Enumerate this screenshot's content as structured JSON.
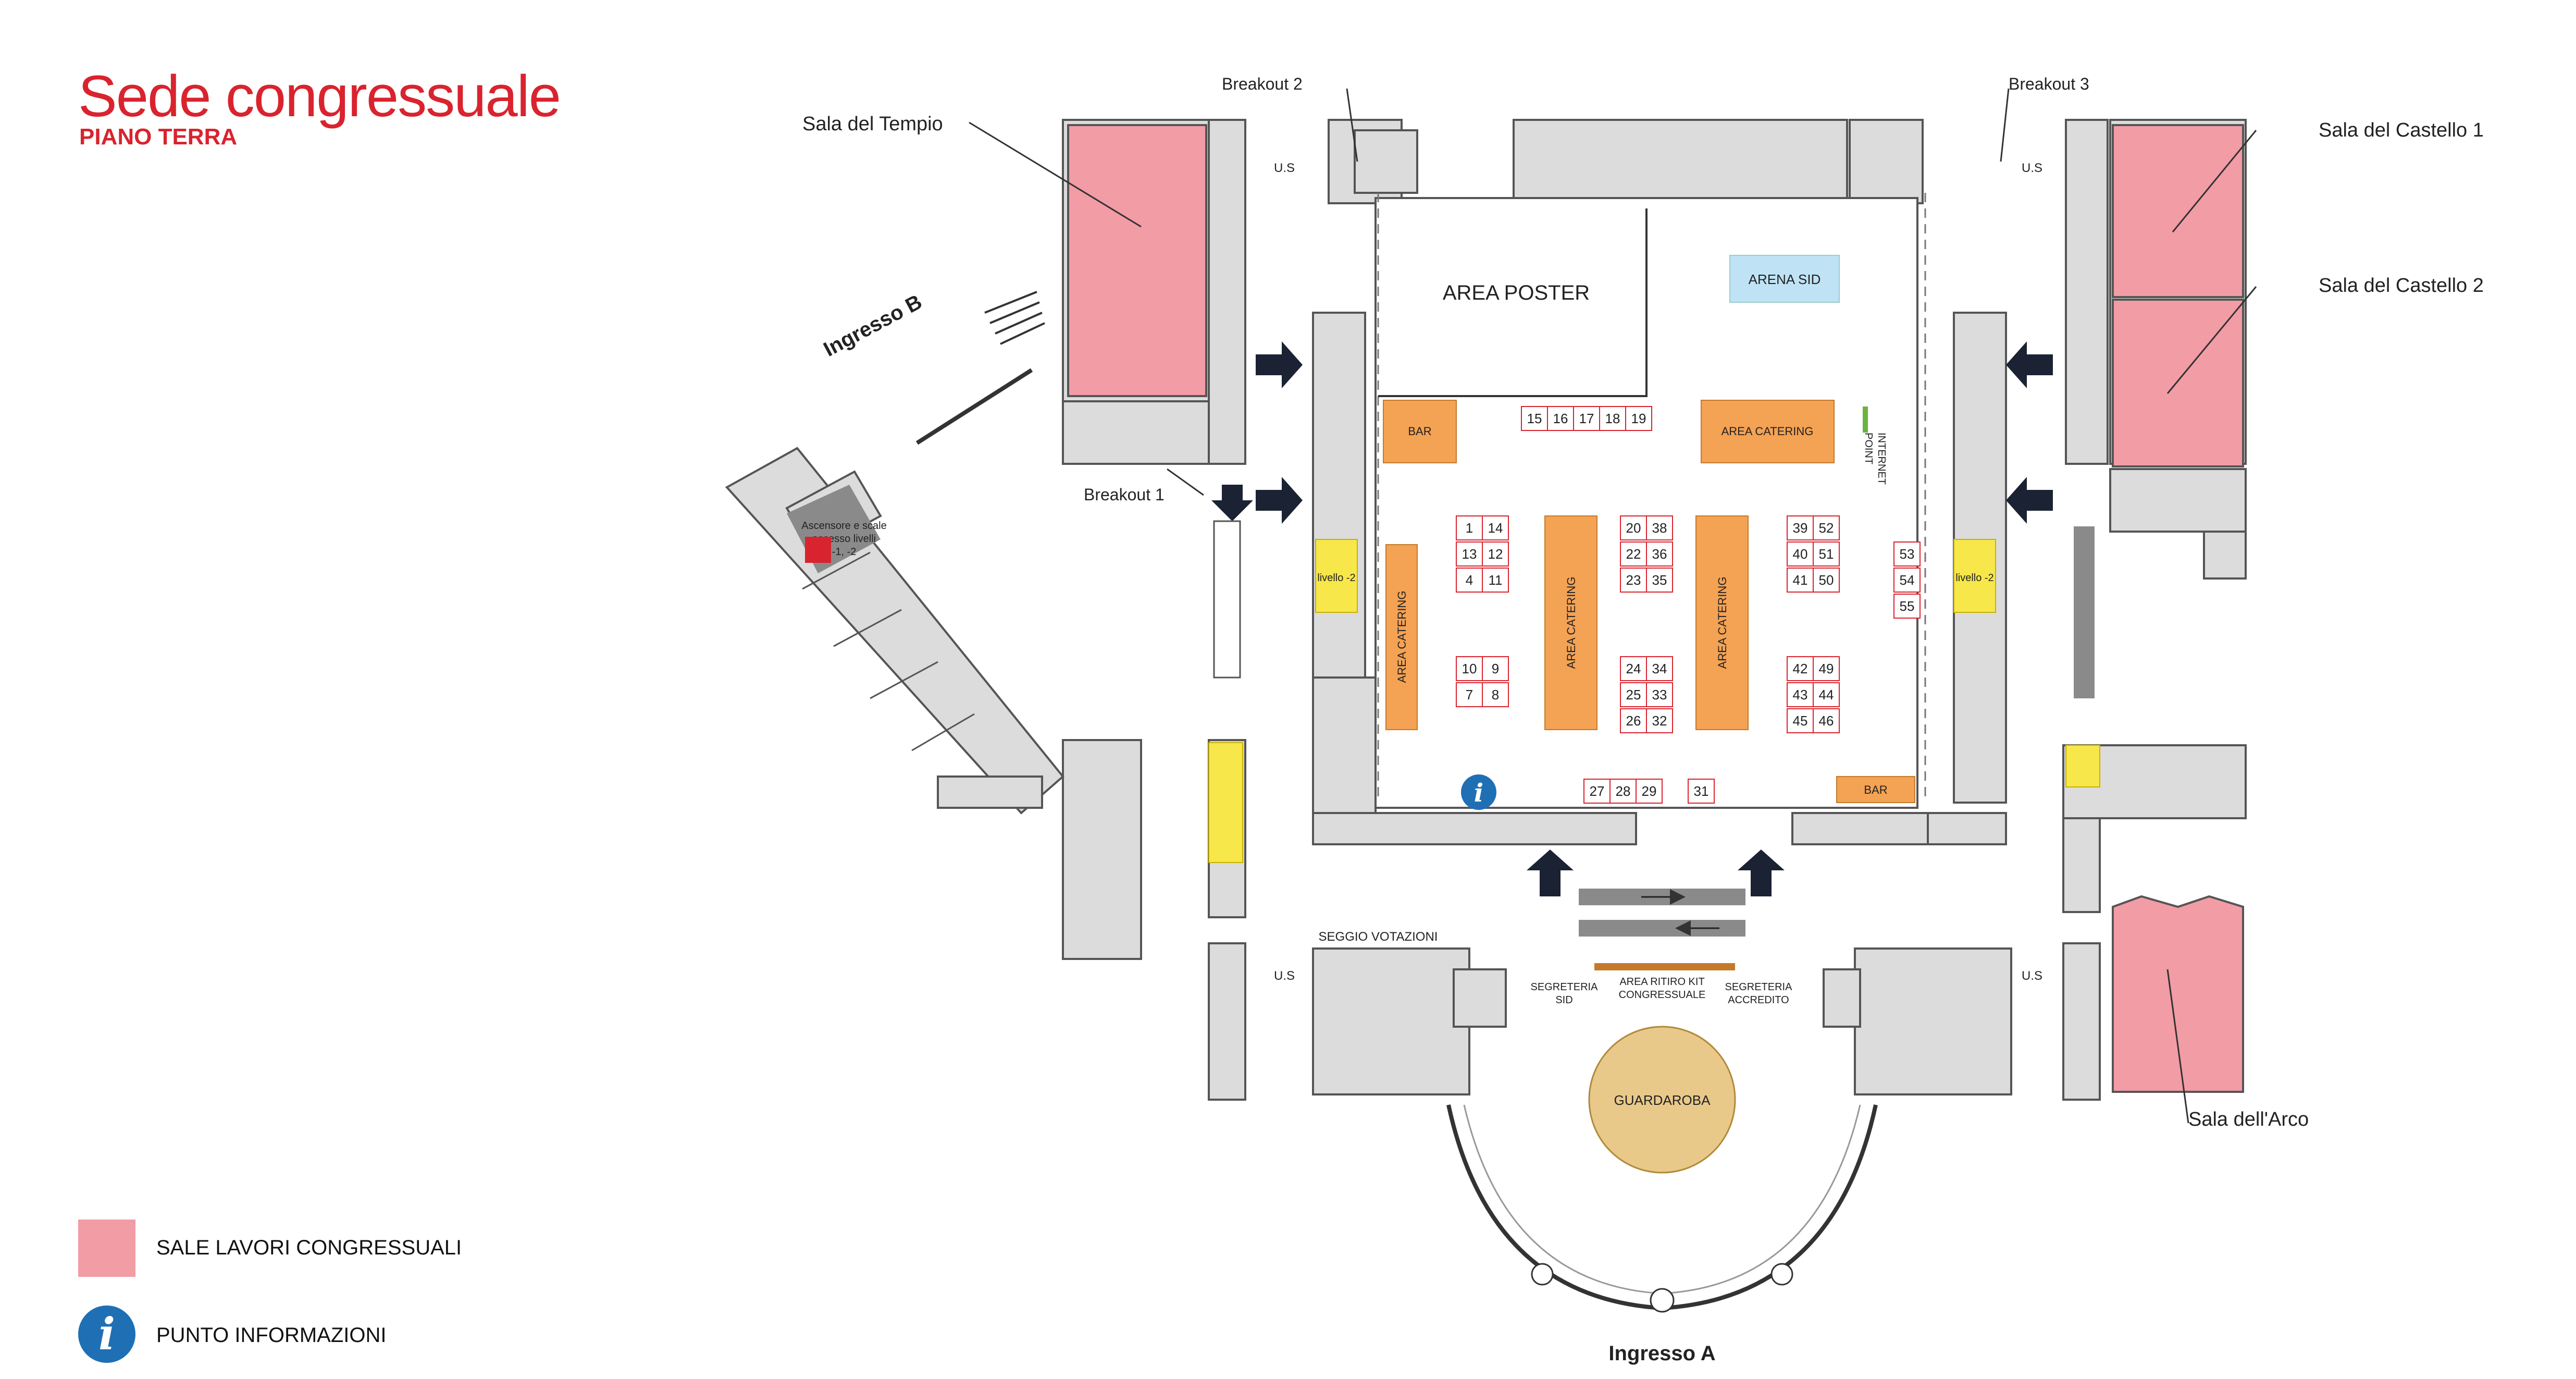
{
  "header": {
    "title": "Sede congressuale",
    "subtitle": "PIANO TERRA"
  },
  "legend": {
    "sessions_label": "SALE LAVORI CONGRESSUALI",
    "info_label": "PUNTO INFORMAZIONI",
    "sessions_color": "#f29ca6",
    "info_color": "#1f6fb5"
  },
  "rooms": {
    "tempio": "Sala del Tempio",
    "castello1": "Sala del Castello 1",
    "castello2": "Sala del Castello 2",
    "arco": "Sala dell'Arco",
    "breakout1": "Breakout 1",
    "breakout2": "Breakout 2",
    "breakout3": "Breakout 3"
  },
  "areas": {
    "poster": "AREA POSTER",
    "arena": "ARENA SID",
    "bar": "BAR",
    "catering": "AREA CATERING",
    "internet_line1": "INTERNET",
    "internet_line2": "POINT",
    "guardaroba": "GUARDAROBA",
    "seggio": "SEGGIO VOTAZIONI",
    "segreteria_sid_1": "SEGRETERIA",
    "segreteria_sid_2": "SID",
    "ritiro_1": "AREA RITIRO KIT",
    "ritiro_2": "CONGRESSUALE",
    "accredito_1": "SEGRETERIA",
    "accredito_2": "ACCREDITO",
    "livello": "livello -2",
    "us": "U.S",
    "ingresso_a": "Ingresso A",
    "ingresso_b": "Ingresso B",
    "ascensore_1": "Ascensore e scale",
    "ascensore_2": "accesso livelli",
    "ascensore_3": "-1, -2"
  },
  "booths": {
    "top": [
      "15",
      "16",
      "17",
      "18",
      "19"
    ],
    "bottom": [
      "27",
      "28",
      "29"
    ],
    "bottom_single": "31",
    "col1": [
      "1",
      "14",
      "13",
      "12",
      "4",
      "11",
      "10",
      "9",
      "7",
      "8"
    ],
    "col2": [
      "20",
      "38",
      "22",
      "36",
      "23",
      "35",
      "24",
      "34",
      "25",
      "33",
      "26",
      "32"
    ],
    "col3": [
      "39",
      "52",
      "40",
      "51",
      "41",
      "50",
      "42",
      "49",
      "43",
      "44",
      "45",
      "46"
    ],
    "col4": [
      "53",
      "54",
      "55"
    ]
  },
  "colors": {
    "session_room": "#f29ca6",
    "room_grey": "#dcdcdc",
    "catering": "#f4a253",
    "arena": "#bfe3f5",
    "guardaroba": "#e9c98a",
    "toilet": "#f7e74a",
    "booth_border": "#d9232e",
    "title_red": "#d9232e",
    "info_blue": "#1f6fb5"
  }
}
